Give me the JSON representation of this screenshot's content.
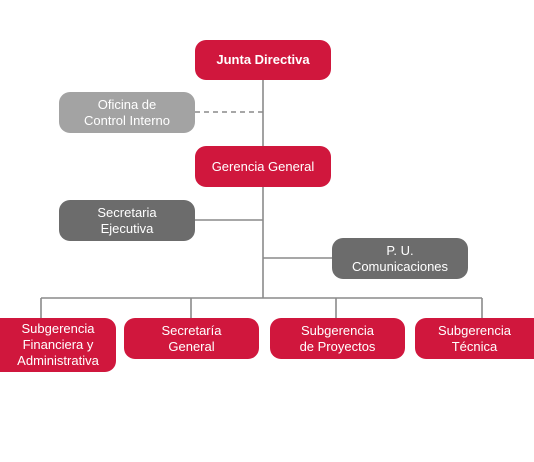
{
  "org_chart": {
    "junta_directiva": "Junta Directiva",
    "oficina_control_interno": [
      "Oficina de",
      "Control Interno"
    ],
    "gerencia_general": "Gerencia General",
    "secretaria_ejecutiva": [
      "Secretaria",
      "Ejecutiva"
    ],
    "pu_comunicaciones": [
      "P. U.",
      "Comunicaciones"
    ],
    "subgerencia_financiera": [
      "Subgerencia",
      "Financiera y",
      "Administrativa"
    ],
    "secretaria_general": [
      "Secretaría",
      "General"
    ],
    "subgerencia_proyectos": [
      "Subgerencia",
      "de Proyectos"
    ],
    "subgerencia_tecnica": [
      "Subgerencia",
      "Técnica"
    ]
  },
  "colors": {
    "primary_red": "#d0173d",
    "grey_light": "#a3a3a3",
    "grey_dark": "#6c6c6c",
    "connector": "#8a8a8a"
  }
}
